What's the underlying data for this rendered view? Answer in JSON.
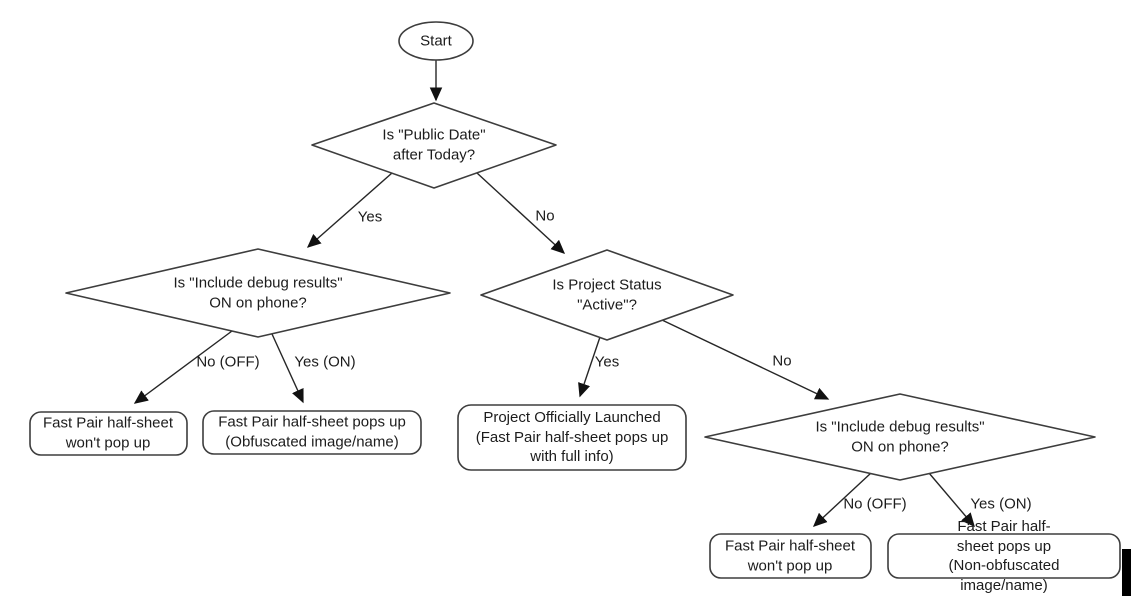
{
  "flowchart": {
    "nodes": {
      "start": {
        "type": "terminator",
        "label": "Start"
      },
      "public_date": {
        "type": "decision",
        "label": "Is \"Public Date\"\nafter Today?"
      },
      "debug_left": {
        "type": "decision",
        "label": "Is \"Include debug results\"\nON on phone?"
      },
      "project_status": {
        "type": "decision",
        "label": "Is Project Status\n\"Active\"?"
      },
      "debug_right": {
        "type": "decision",
        "label": "Is \"Include debug results\"\nON on phone?"
      },
      "no_popup_left": {
        "type": "result",
        "label": "Fast Pair half-sheet\nwon't pop up"
      },
      "popup_obfuscated": {
        "type": "result",
        "label": "Fast Pair half-sheet pops up\n(Obfuscated image/name)"
      },
      "launched": {
        "type": "result",
        "label": "Project Officially Launched\n(Fast Pair half-sheet pops up\nwith full info)"
      },
      "no_popup_right": {
        "type": "result",
        "label": "Fast Pair half-sheet\nwon't pop up"
      },
      "popup_non_obfuscated": {
        "type": "result",
        "label": "Fast Pair half-sheet pops up\n(Non-obfuscated image/name)"
      }
    },
    "edge_labels": {
      "public_date_yes": "Yes",
      "public_date_no": "No",
      "debug_left_no": "No (OFF)",
      "debug_left_yes": "Yes (ON)",
      "project_status_yes": "Yes",
      "project_status_no": "No",
      "debug_right_no": "No (OFF)",
      "debug_right_yes": "Yes (ON)"
    },
    "colors": {
      "background": "#ffffff",
      "shape_stroke": "#3d3d3d",
      "edge_stroke": "#262626",
      "text": "#1c1c1c",
      "cursor_bar": "#000000"
    }
  }
}
